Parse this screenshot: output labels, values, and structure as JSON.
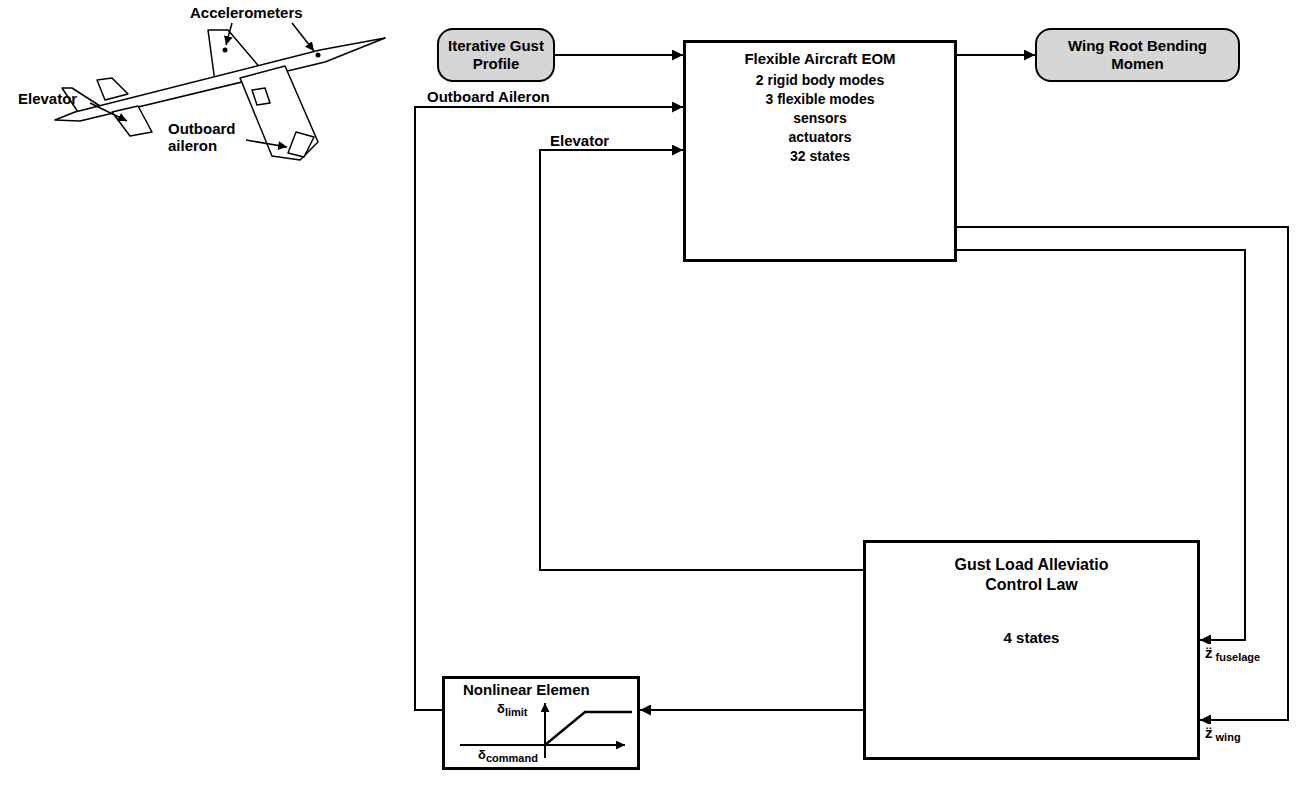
{
  "diagram": {
    "nodes": [
      {
        "text": [
          "Iterative Gust Profile"
        ]
      },
      {
        "text": [
          "Flexible Aircraft EOM",
          "2 rigid body modes",
          "3 flexible modes",
          "sensors",
          "actuators",
          "32 states"
        ]
      },
      {
        "text": [
          "Wing Root Bending Momen"
        ]
      },
      {
        "text": [
          "Gust Load Alleviatio Control Law",
          "4 states"
        ]
      },
      {
        "text": [
          "Nonlinear Elemen"
        ]
      }
    ],
    "edges": [
      {
        "from": 0,
        "to": 1,
        "arrow": "to"
      },
      {
        "from": 1,
        "to": 2,
        "arrow": "to"
      },
      {
        "from": 1,
        "to": 3,
        "arrow": "to",
        "label": "z̈ fuselage"
      },
      {
        "from": 1,
        "to": 3,
        "arrow": "to",
        "label": "z̈ wing"
      },
      {
        "from": 3,
        "to": 1,
        "arrow": "to",
        "label": "Elevator"
      },
      {
        "from": 3,
        "to": 4,
        "arrow": "to"
      },
      {
        "from": 4,
        "to": 1,
        "arrow": "to",
        "label": "Outboard Aileron"
      }
    ],
    "labels": [
      "Accelerometers",
      "Elevator",
      "Outboard aileron",
      "δlimit",
      "δcommand"
    ]
  }
}
